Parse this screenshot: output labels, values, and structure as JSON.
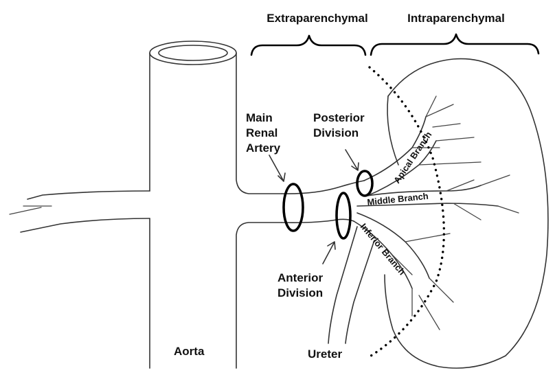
{
  "labels": {
    "extraparenchymal": "Extraparenchymal",
    "intraparenchymal": "Intraparenchymal",
    "main_renal_artery": [
      "Main",
      "Renal",
      "Artery"
    ],
    "posterior_division": [
      "Posterior",
      "Division"
    ],
    "anterior_division": [
      "Anterior",
      "Division"
    ],
    "apical_branch": "Apical Branch",
    "middle_branch": "Middle Branch",
    "inferior_branch": "Inferior Branch",
    "aorta": "Aorta",
    "ureter": "Ureter"
  },
  "colors": {
    "ink": "#111111",
    "outline": "#333333",
    "background": "#ffffff"
  }
}
